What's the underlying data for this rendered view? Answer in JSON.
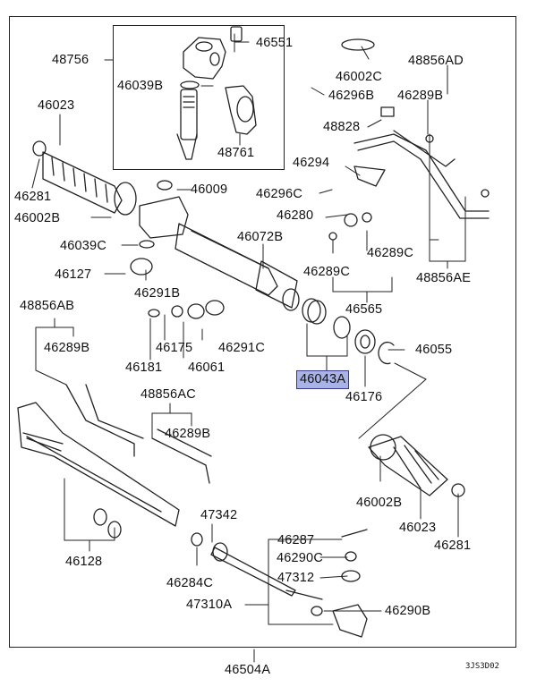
{
  "diagram": {
    "page_code": "3JS3D02",
    "highlighted_part": "46043A",
    "part_labels": [
      "46551",
      "48756",
      "46002C",
      "48856AD",
      "46039B",
      "46296B",
      "46289B",
      "46023",
      "48828",
      "48761",
      "46294",
      "46009",
      "46296C",
      "46281",
      "46002B",
      "46280",
      "46072B",
      "46039C",
      "46289C",
      "46127",
      "46289C",
      "48856AE",
      "46291B",
      "46565",
      "48856AB",
      "46055",
      "46175",
      "46291C",
      "46289B",
      "46181",
      "46061",
      "46043A",
      "46176",
      "48856AC",
      "46289B",
      "46002B",
      "46023",
      "47342",
      "46281",
      "46128",
      "46287",
      "46284C",
      "46290C",
      "47312",
      "47310A",
      "46290B",
      "46504A"
    ]
  }
}
